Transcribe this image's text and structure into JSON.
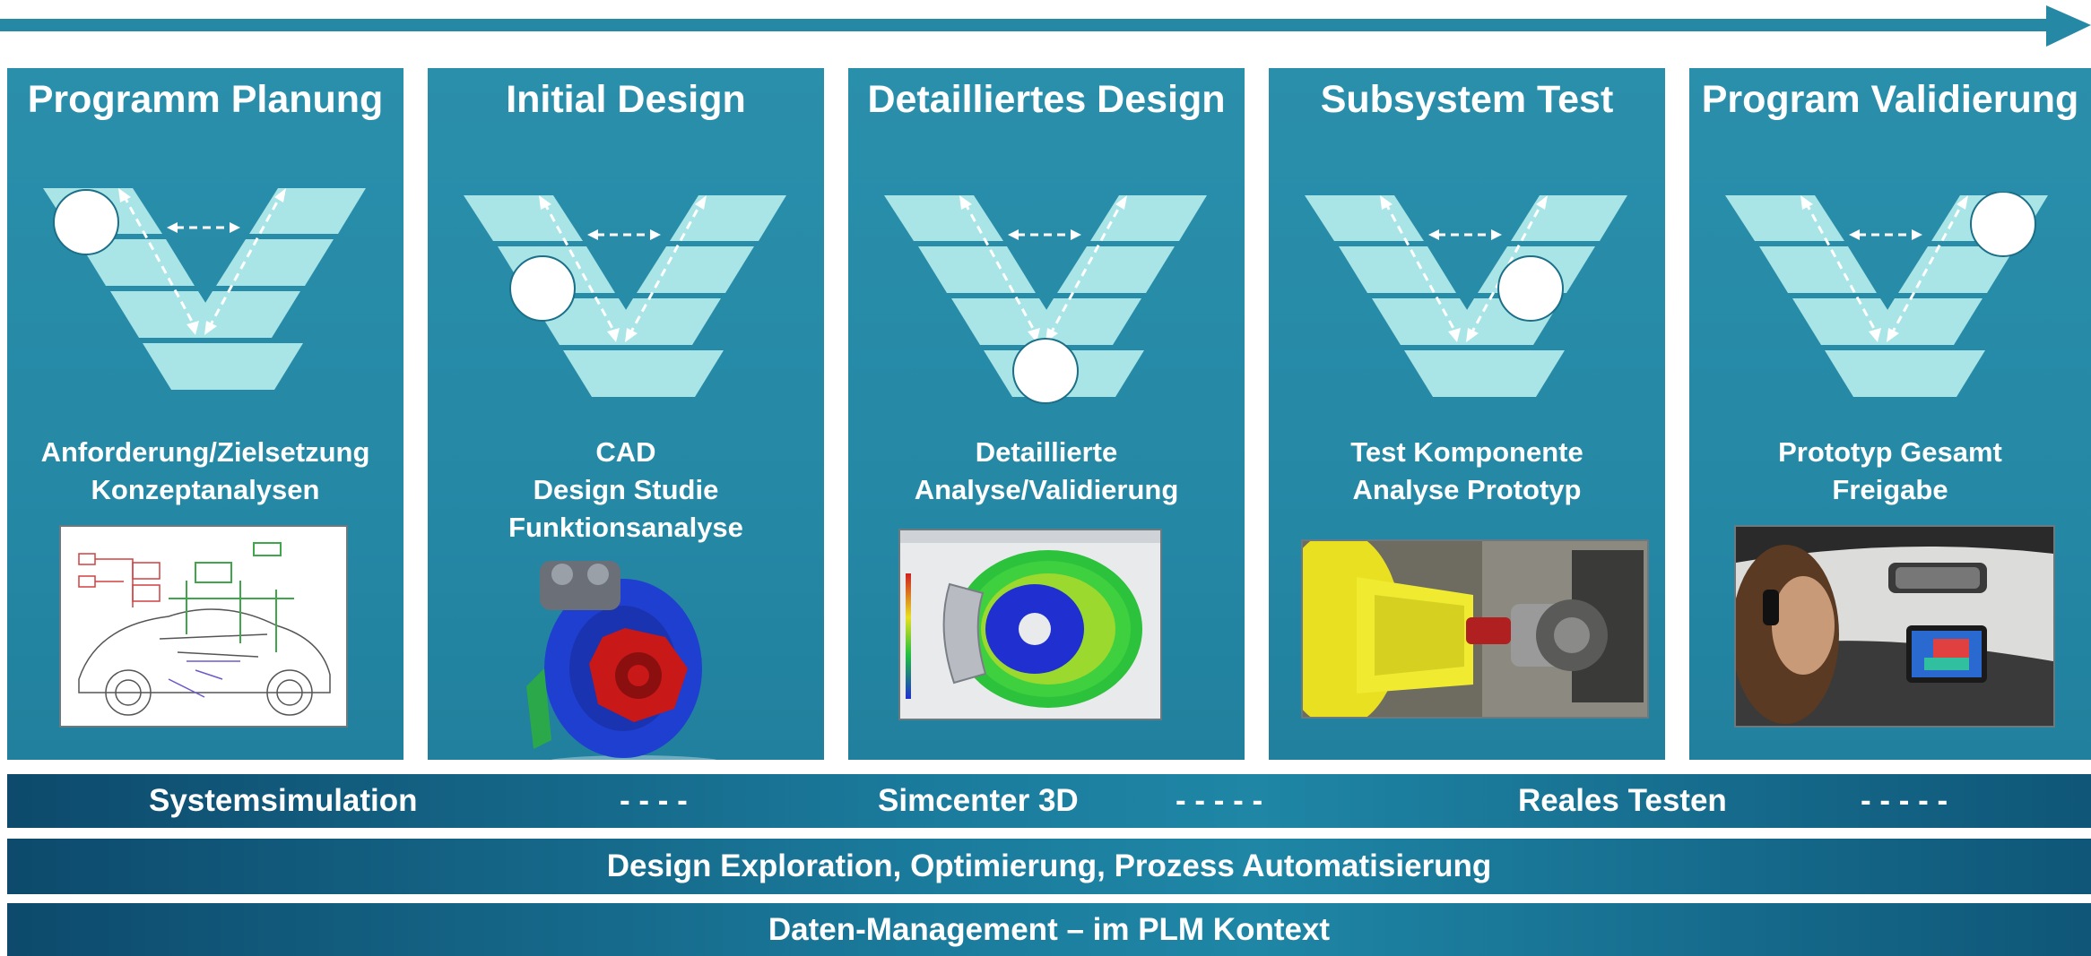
{
  "phases": [
    {
      "title": "Programm Planung",
      "lines": [
        "Anforderung/Zielsetzung",
        "Konzeptanalysen"
      ],
      "image": "system-schematic-car"
    },
    {
      "title": "Initial Design",
      "lines": [
        "CAD",
        "Design Studie",
        "Funktionsanalyse"
      ],
      "image": "brake-cad-render"
    },
    {
      "title": "Detailliertes Design",
      "lines": [
        "Detaillierte",
        "Analyse/Validierung"
      ],
      "image": "brake-fe-analysis"
    },
    {
      "title": "Subsystem Test",
      "lines": [
        "Test Komponente",
        "Analyse Prototyp"
      ],
      "image": "test-rig-photo"
    },
    {
      "title": "Program Validierung",
      "lines": [
        "Prototyp Gesamt",
        "Freigabe"
      ],
      "image": "driver-validation-photo"
    }
  ],
  "bands": {
    "tools": {
      "systemsimulation": "Systemsimulation",
      "sep1": "- - - -",
      "simcenter": "Simcenter 3D",
      "sep2": "- - - - -",
      "testing": "Reales Testen",
      "sep3": "- - - - -"
    },
    "exploration": "Design Exploration, Optimierung, Prozess Automatisierung",
    "data": "Daten-Management – im PLM Kontext"
  },
  "colors": {
    "panel": "#2589a6",
    "v_stripe": "#a9e4e6",
    "band_dark": "#0d4a6c",
    "arrow": "#2589a6"
  }
}
